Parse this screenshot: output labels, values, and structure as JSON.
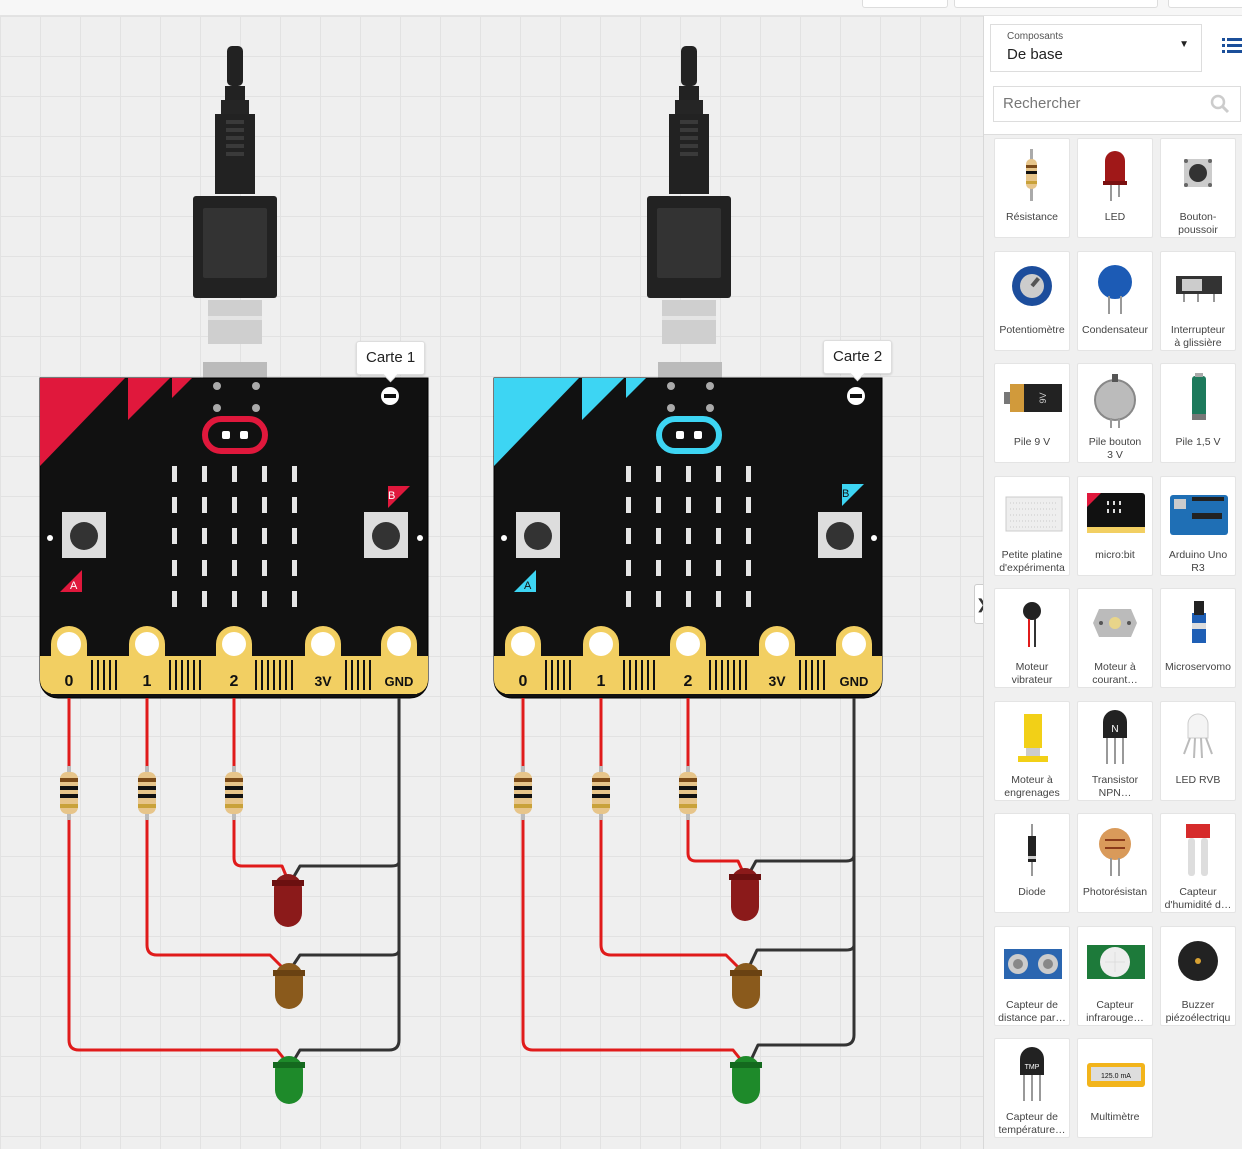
{
  "canvas": {
    "boards": [
      {
        "label": "Carte 1",
        "accent": "#e0183c",
        "pins": [
          "0",
          "1",
          "2",
          "3V",
          "GND"
        ],
        "btn_a": "A",
        "btn_b": "B"
      },
      {
        "label": "Carte 2",
        "accent": "#3dd5f3",
        "pins": [
          "0",
          "1",
          "2",
          "3V",
          "GND"
        ],
        "btn_a": "A",
        "btn_b": "B"
      }
    ],
    "leds": [
      "#8b1a1a",
      "#8a5a1c",
      "#1e8a2a"
    ],
    "wire_red": "#e01b1b",
    "wire_black": "#333333"
  },
  "panel": {
    "select_label": "Composants",
    "select_value": "De base",
    "search_placeholder": "Rechercher",
    "components": [
      {
        "label": "Résistance",
        "icon": "resistor-icon"
      },
      {
        "label": "LED",
        "icon": "led-icon"
      },
      {
        "label": "Bouton-\npoussoir",
        "icon": "pushbutton-icon"
      },
      {
        "label": "Potentiomètre",
        "icon": "potentiometer-icon"
      },
      {
        "label": "Condensateur",
        "icon": "capacitor-icon"
      },
      {
        "label": "Interrupteur\nà glissière",
        "icon": "slide-switch-icon"
      },
      {
        "label": "Pile 9 V",
        "icon": "battery-9v-icon"
      },
      {
        "label": "Pile bouton\n3 V",
        "icon": "coin-cell-icon"
      },
      {
        "label": "Pile 1,5 V",
        "icon": "battery-aa-icon"
      },
      {
        "label": "Petite platine\nd'expérimenta",
        "icon": "breadboard-icon"
      },
      {
        "label": "micro:bit",
        "icon": "microbit-icon"
      },
      {
        "label": "Arduino Uno\nR3",
        "icon": "arduino-icon"
      },
      {
        "label": "Moteur\nvibrateur",
        "icon": "vibration-motor-icon"
      },
      {
        "label": "Moteur à\ncourant…",
        "icon": "dc-motor-icon"
      },
      {
        "label": "Microservomo",
        "icon": "servo-icon"
      },
      {
        "label": "Moteur à\nengrenages",
        "icon": "gear-motor-icon"
      },
      {
        "label": "Transistor\nNPN…",
        "icon": "transistor-icon",
        "mark": "N"
      },
      {
        "label": "LED RVB",
        "icon": "rgb-led-icon"
      },
      {
        "label": "Diode",
        "icon": "diode-icon"
      },
      {
        "label": "Photorésistan",
        "icon": "photoresistor-icon"
      },
      {
        "label": "Capteur\nd'humidité d…",
        "icon": "soil-sensor-icon"
      },
      {
        "label": "Capteur de\ndistance par…",
        "icon": "ultrasonic-icon"
      },
      {
        "label": "Capteur\ninfrarouge…",
        "icon": "pir-icon"
      },
      {
        "label": "Buzzer\npiézoélectriqu",
        "icon": "buzzer-icon"
      },
      {
        "label": "Capteur de\ntempérature…",
        "icon": "temp-sensor-icon",
        "mark": "TMP"
      },
      {
        "label": "Multimètre",
        "icon": "multimeter-icon",
        "mark": "125.0 mA"
      }
    ]
  }
}
